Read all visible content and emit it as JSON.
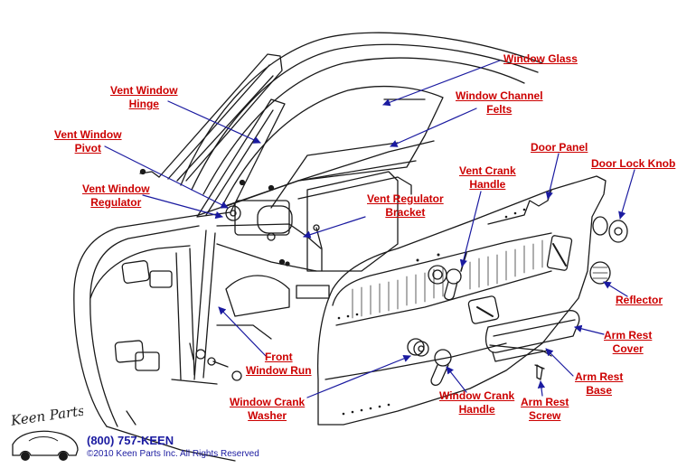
{
  "labels": {
    "window_glass": [
      "Window Glass"
    ],
    "vent_window_hinge": [
      "Vent Window",
      "Hinge"
    ],
    "window_channel_felts": [
      "Window Channel",
      "Felts"
    ],
    "vent_window_pivot": [
      "Vent Window",
      "Pivot"
    ],
    "door_panel": [
      "Door Panel"
    ],
    "door_lock_knob": [
      "Door Lock Knob"
    ],
    "vent_crank_handle": [
      "Vent Crank",
      "Handle"
    ],
    "vent_window_regulator": [
      "Vent Window",
      "Regulator"
    ],
    "vent_regulator_bracket": [
      "Vent Regulator",
      "Bracket"
    ],
    "reflector": [
      "Reflector"
    ],
    "arm_rest_cover": [
      "Arm Rest",
      "Cover"
    ],
    "front_window_run": [
      "Front",
      "Window Run"
    ],
    "arm_rest_base": [
      "Arm Rest",
      "Base"
    ],
    "window_crank_washer": [
      "Window Crank",
      "Washer"
    ],
    "window_crank_handle": [
      "Window Crank",
      "Handle"
    ],
    "arm_rest_screw": [
      "Arm Rest",
      "Screw"
    ]
  },
  "brand": {
    "logo_text": "Keen Parts",
    "phone": "(800) 757-KEEN",
    "copyright": "©2010 Keen Parts Inc. All Rights Reserved"
  },
  "colors": {
    "label": "#cc0000",
    "leader": "#1a1aa0",
    "drawing": "#1a1a1a"
  }
}
